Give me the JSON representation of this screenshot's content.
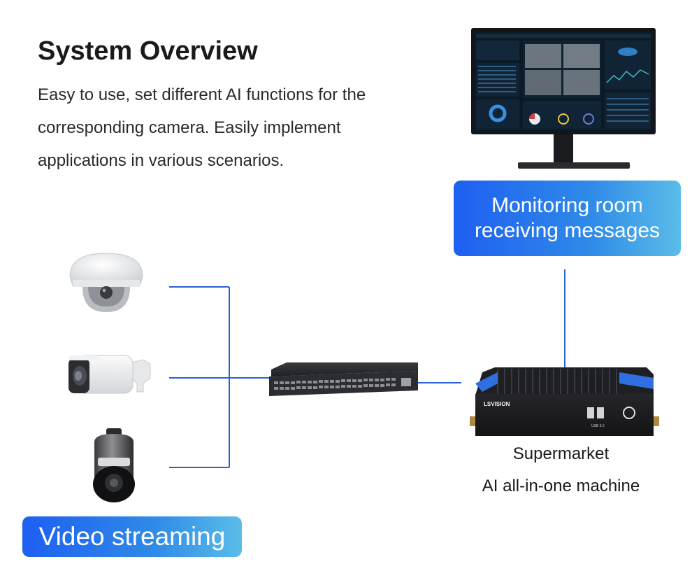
{
  "header": {
    "title": "System Overview",
    "description_lines": [
      "Easy to use, set different AI functions for the",
      "corresponding camera. Easily implement",
      "applications in various scenarios."
    ]
  },
  "labels": {
    "monitoring_lines": [
      "Monitoring room",
      "receiving messages"
    ],
    "video_streaming": "Video streaming",
    "machine_line1": "Supermarket",
    "machine_line2": "AI all-in-one machine"
  },
  "devices": {
    "machine_brand": "LSVISION",
    "usb_label": "USB 3.0"
  },
  "icons": [
    "dome-camera-icon",
    "bullet-camera-icon",
    "ptz-camera-icon",
    "network-switch-icon",
    "ai-box-icon",
    "monitor-icon"
  ],
  "colors": {
    "line": "#2a62d4",
    "pill_start": "#1e5ff2",
    "pill_end": "#5bbde8",
    "dark_device": "#1c1c1e"
  }
}
